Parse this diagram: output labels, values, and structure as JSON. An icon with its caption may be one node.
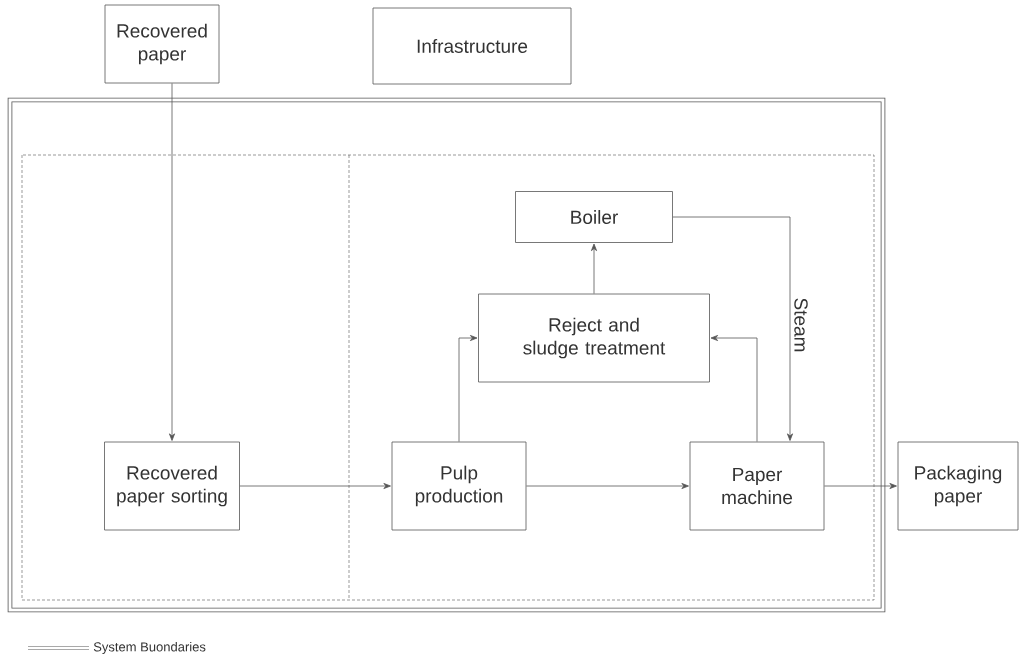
{
  "diagram": {
    "nodes": [
      {
        "text": [
          "Recovered paper"
        ]
      },
      {
        "text": [
          "Infrastructure"
        ]
      },
      {
        "text": [
          "Boiler"
        ]
      },
      {
        "text": [
          "Reject and sludge treatment"
        ]
      },
      {
        "text": [
          "Recovered paper sorting"
        ]
      },
      {
        "text": [
          "Pulp production"
        ]
      },
      {
        "text": [
          "Paper machine"
        ]
      },
      {
        "text": [
          "Packaging paper"
        ]
      }
    ],
    "edges": [
      {
        "from": 0,
        "to": 4,
        "arrow": "to"
      },
      {
        "from": 4,
        "to": 5,
        "arrow": "to"
      },
      {
        "from": 5,
        "to": 6,
        "arrow": "to"
      },
      {
        "from": 6,
        "to": 7,
        "arrow": "to"
      },
      {
        "from": 5,
        "to": 3,
        "arrow": "to"
      },
      {
        "from": 6,
        "to": 3,
        "arrow": "to"
      },
      {
        "from": 3,
        "to": 2,
        "arrow": "to"
      },
      {
        "from": 2,
        "to": 6,
        "arrow": "to",
        "label": "Steam"
      }
    ],
    "legend": [
      {
        "text": "System Buondaries"
      }
    ]
  }
}
